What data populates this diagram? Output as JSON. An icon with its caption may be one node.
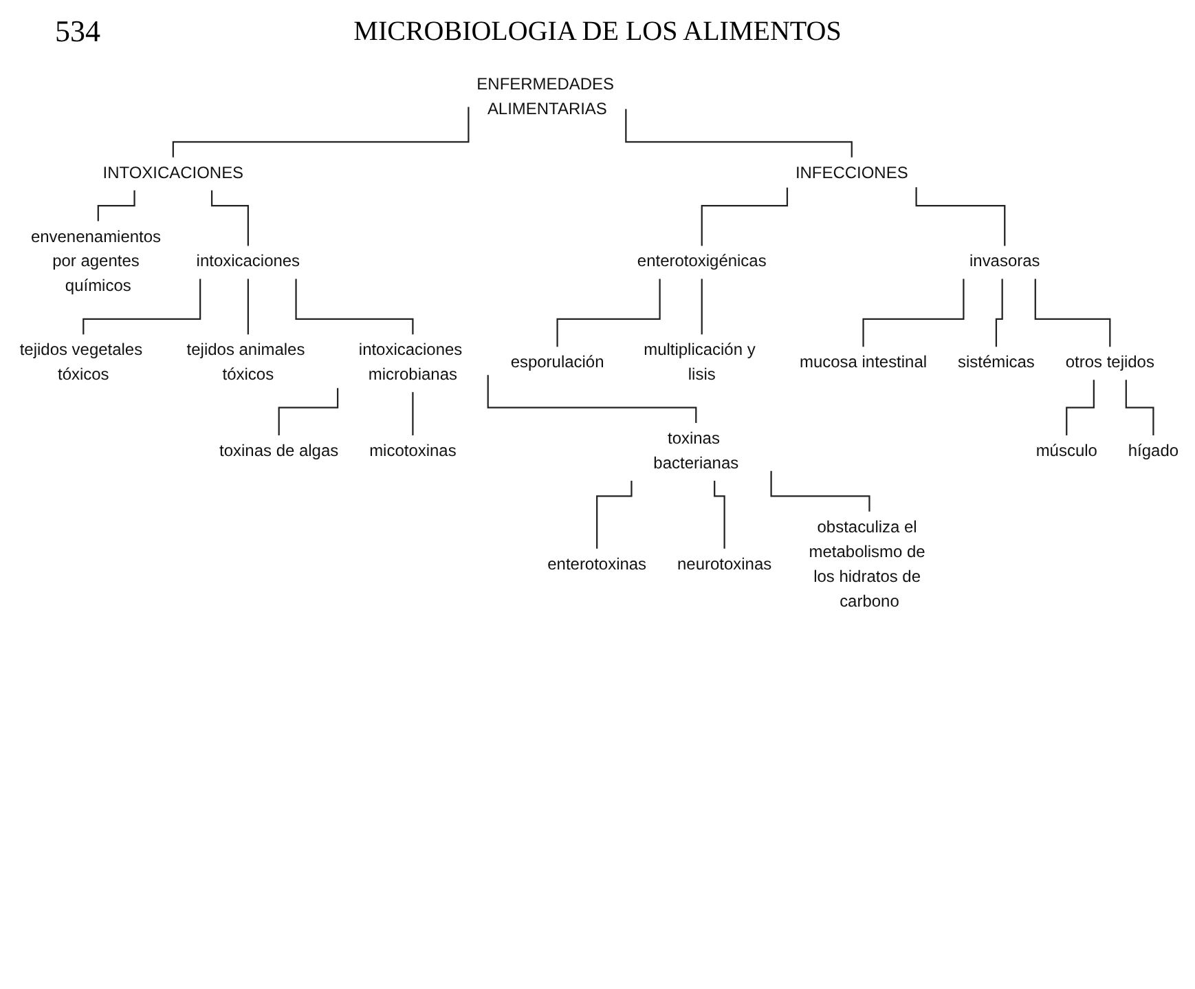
{
  "diagram": {
    "title": "MICROBIOLOGIA DE LOS ALIMENTOS",
    "nodes": [
      {
        "text": [
          "ENFERMEDADES ALIMENTARIAS"
        ]
      },
      {
        "text": [
          "INTOXICACIONES"
        ]
      },
      {
        "text": [
          "INFECCIONES"
        ]
      },
      {
        "text": [
          "envenenamientos por agentes químicos"
        ]
      },
      {
        "text": [
          "intoxicaciones"
        ]
      },
      {
        "text": [
          "enterotoxigénicas"
        ]
      },
      {
        "text": [
          "invasoras"
        ]
      },
      {
        "text": [
          "esporulación"
        ]
      },
      {
        "text": [
          "multiplicación y lisis"
        ]
      },
      {
        "text": [
          "tejidos vegetales tóxicos"
        ]
      },
      {
        "text": [
          "tejidos animales tóxicos"
        ]
      },
      {
        "text": [
          "intoxicaciones microbianas"
        ]
      },
      {
        "text": [
          "mucosa intestinal"
        ]
      },
      {
        "text": [
          "sistémicas"
        ]
      },
      {
        "text": [
          "otros tejidos"
        ]
      },
      {
        "text": [
          "toxinas de algas"
        ]
      },
      {
        "text": [
          "micotoxinas"
        ]
      },
      {
        "text": [
          "toxinas bacterianas"
        ]
      },
      {
        "text": [
          "músculo"
        ]
      },
      {
        "text": [
          "hígado"
        ]
      },
      {
        "text": [
          "enterotoxinas"
        ]
      },
      {
        "text": [
          "neurotoxinas"
        ]
      },
      {
        "text": [
          "obstaculiza el metabolismo de los hidratos de carbono"
        ]
      }
    ],
    "edges": [
      {
        "from": 0,
        "to": 1,
        "arrow": "none"
      },
      {
        "from": 0,
        "to": 2,
        "arrow": "none"
      },
      {
        "from": 1,
        "to": 3,
        "arrow": "none"
      },
      {
        "from": 1,
        "to": 4,
        "arrow": "none"
      },
      {
        "from": 2,
        "to": 5,
        "arrow": "none"
      },
      {
        "from": 2,
        "to": 6,
        "arrow": "none"
      },
      {
        "from": 5,
        "to": 7,
        "arrow": "none"
      },
      {
        "from": 5,
        "to": 8,
        "arrow": "none"
      },
      {
        "from": 4,
        "to": 9,
        "arrow": "none"
      },
      {
        "from": 4,
        "to": 10,
        "arrow": "none"
      },
      {
        "from": 4,
        "to": 11,
        "arrow": "none"
      },
      {
        "from": 6,
        "to": 12,
        "arrow": "none"
      },
      {
        "from": 6,
        "to": 13,
        "arrow": "none"
      },
      {
        "from": 6,
        "to": 14,
        "arrow": "none"
      },
      {
        "from": 11,
        "to": 15,
        "arrow": "none"
      },
      {
        "from": 11,
        "to": 16,
        "arrow": "none"
      },
      {
        "from": 11,
        "to": 17,
        "arrow": "none"
      },
      {
        "from": 14,
        "to": 18,
        "arrow": "none"
      },
      {
        "from": 14,
        "to": 19,
        "arrow": "none"
      },
      {
        "from": 17,
        "to": 20,
        "arrow": "none"
      },
      {
        "from": 17,
        "to": 21,
        "arrow": "none"
      },
      {
        "from": 17,
        "to": 22,
        "arrow": "none"
      }
    ],
    "labels": [
      "534"
    ]
  }
}
